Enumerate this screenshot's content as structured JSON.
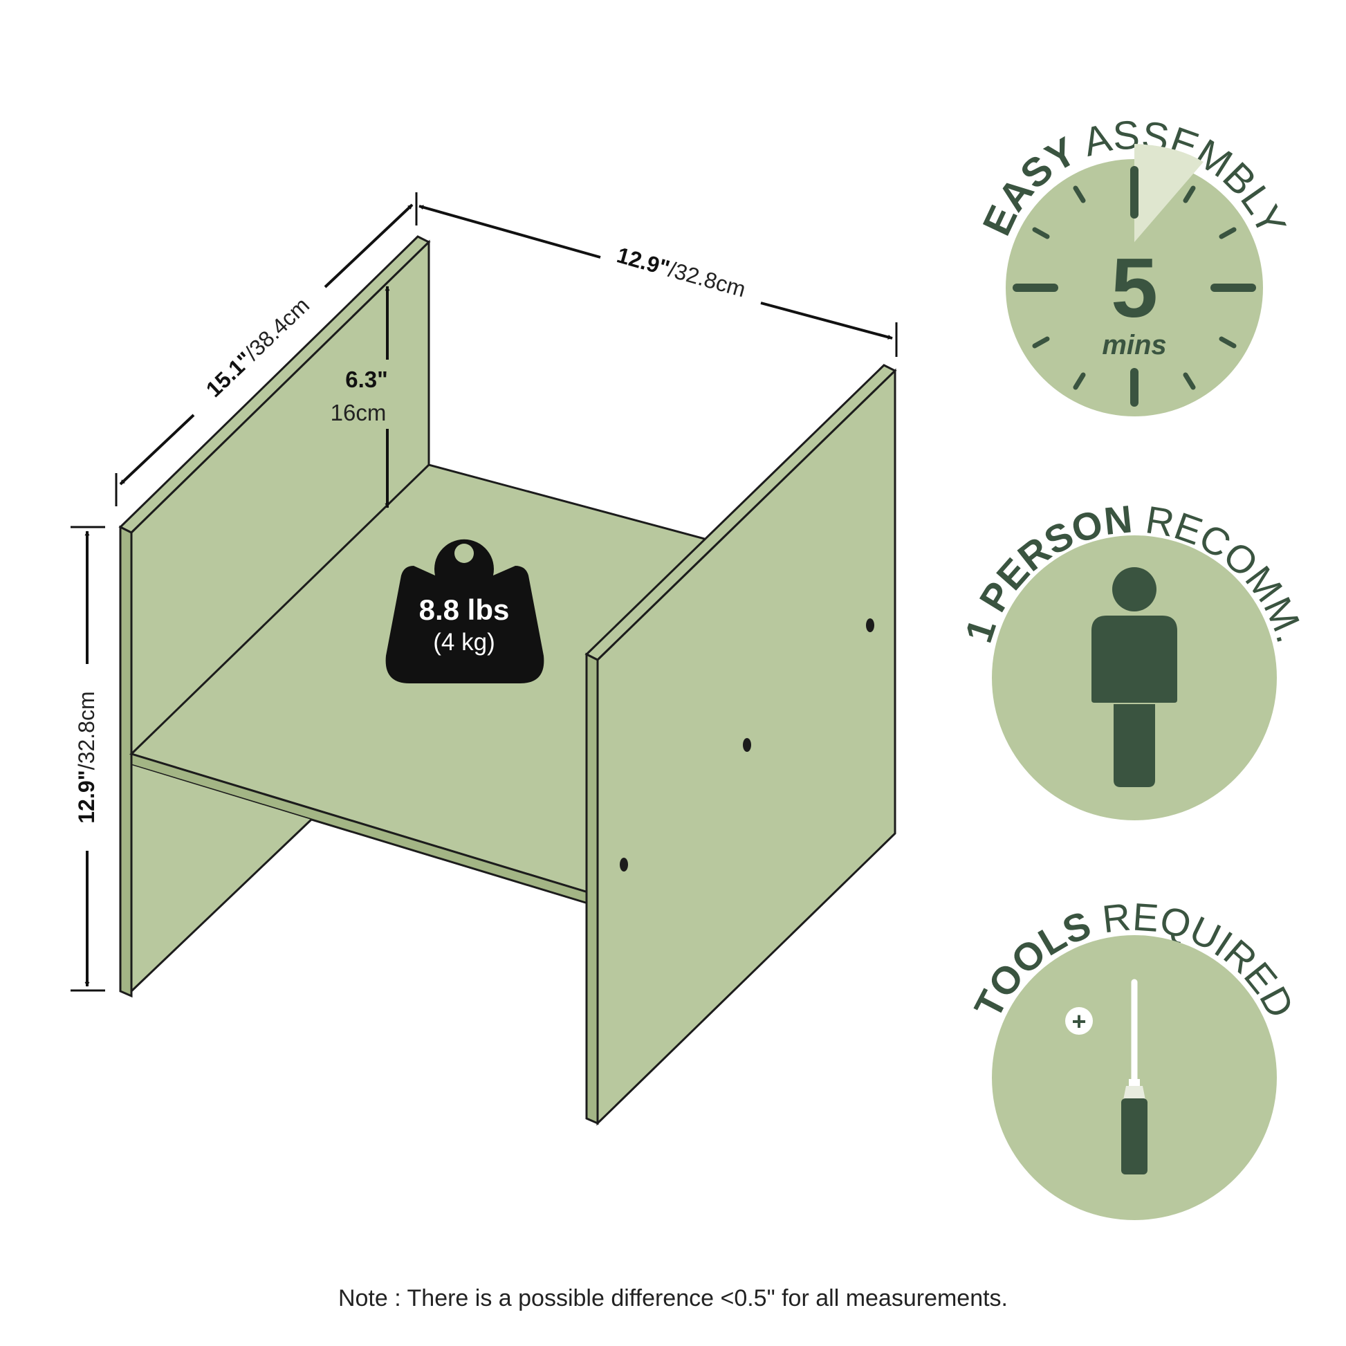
{
  "colors": {
    "panel": "#b8c89e",
    "panel_edge": "#a3b585",
    "outline": "#1c1c1c",
    "badge_circle": "#b8c89e",
    "dark_green": "#3a5440",
    "timer_wedge": "#dfe6cf",
    "weight": "#111111"
  },
  "dimensions": {
    "depth": {
      "imperial": "15.1\"",
      "metric": "/38.4cm"
    },
    "width": {
      "imperial": "12.9\"",
      "metric": "/32.8cm"
    },
    "height": {
      "imperial": "12.9\"",
      "metric": "/32.8cm"
    },
    "inner_height": {
      "imperial": "6.3\"",
      "metric": "16cm"
    }
  },
  "weight": {
    "lbs": "8.8 lbs",
    "kg": "(4 kg)",
    "icon": "weight-icon"
  },
  "badges": {
    "assembly": {
      "bold": "EASY",
      "light": " ASSEMBLY",
      "number": "5",
      "unit": "mins",
      "icon": "timer-icon"
    },
    "person": {
      "bold": "1 PERSON",
      "light": " RECOMM.",
      "icon": "person-icon"
    },
    "tools": {
      "bold": "TOOLS",
      "light": " REQUIRED",
      "icon": "screwdriver-icon",
      "screw_symbol": "+"
    }
  },
  "note": "Note : There is a possible difference <0.5\" for all measurements."
}
